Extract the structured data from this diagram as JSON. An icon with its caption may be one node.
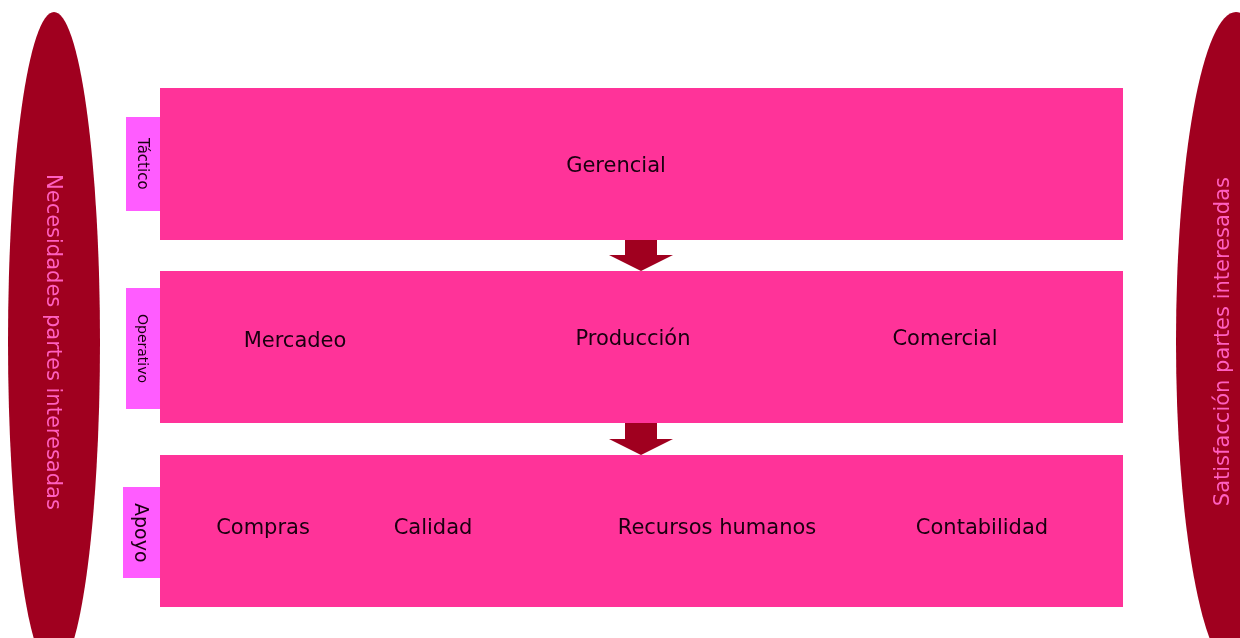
{
  "diagram": {
    "nodes": [
      {
        "text": [
          "Necesidades partes interesadas"
        ]
      },
      {
        "text": [
          "Táctico"
        ]
      },
      {
        "text": [
          "Gerencial"
        ]
      },
      {
        "text": [
          "Operativo"
        ]
      },
      {
        "text": [
          "Mercadeo",
          "Producción",
          "Comercial"
        ]
      },
      {
        "text": [
          "Apoyo"
        ]
      },
      {
        "text": [
          "Compras",
          "Calidad",
          "Recursos humanos",
          "Contabilidad"
        ]
      },
      {
        "text": [
          "Satisfacción partes interesadas"
        ]
      }
    ],
    "edges": [
      {
        "from": 2,
        "to": 4,
        "arrow": "to"
      },
      {
        "from": 4,
        "to": 6,
        "arrow": "to"
      }
    ]
  }
}
